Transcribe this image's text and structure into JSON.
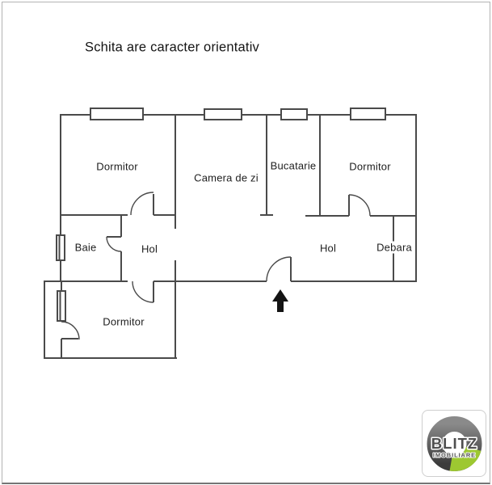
{
  "title": "Schita are caracter orientativ",
  "rooms": {
    "dormitor_tl": "Dormitor",
    "camera_de_zi": "Camera de zi",
    "bucatarie": "Bucatarie",
    "dormitor_tr": "Dormitor",
    "baie": "Baie",
    "hol_left": "Hol",
    "hol_right": "Hol",
    "debara": "Debara",
    "dormitor_bottom": "Dormitor"
  },
  "logo": {
    "brand": "BLITZ",
    "tagline": "IMOBILIARE"
  },
  "colors": {
    "wall": "#4a4a4a",
    "label_text": "#1d1d1d",
    "accent_green": "#9dc831",
    "logo_text_gray": "#4f4f4f",
    "frame_border": "#b3b3b3",
    "arrow_black": "#141414"
  }
}
